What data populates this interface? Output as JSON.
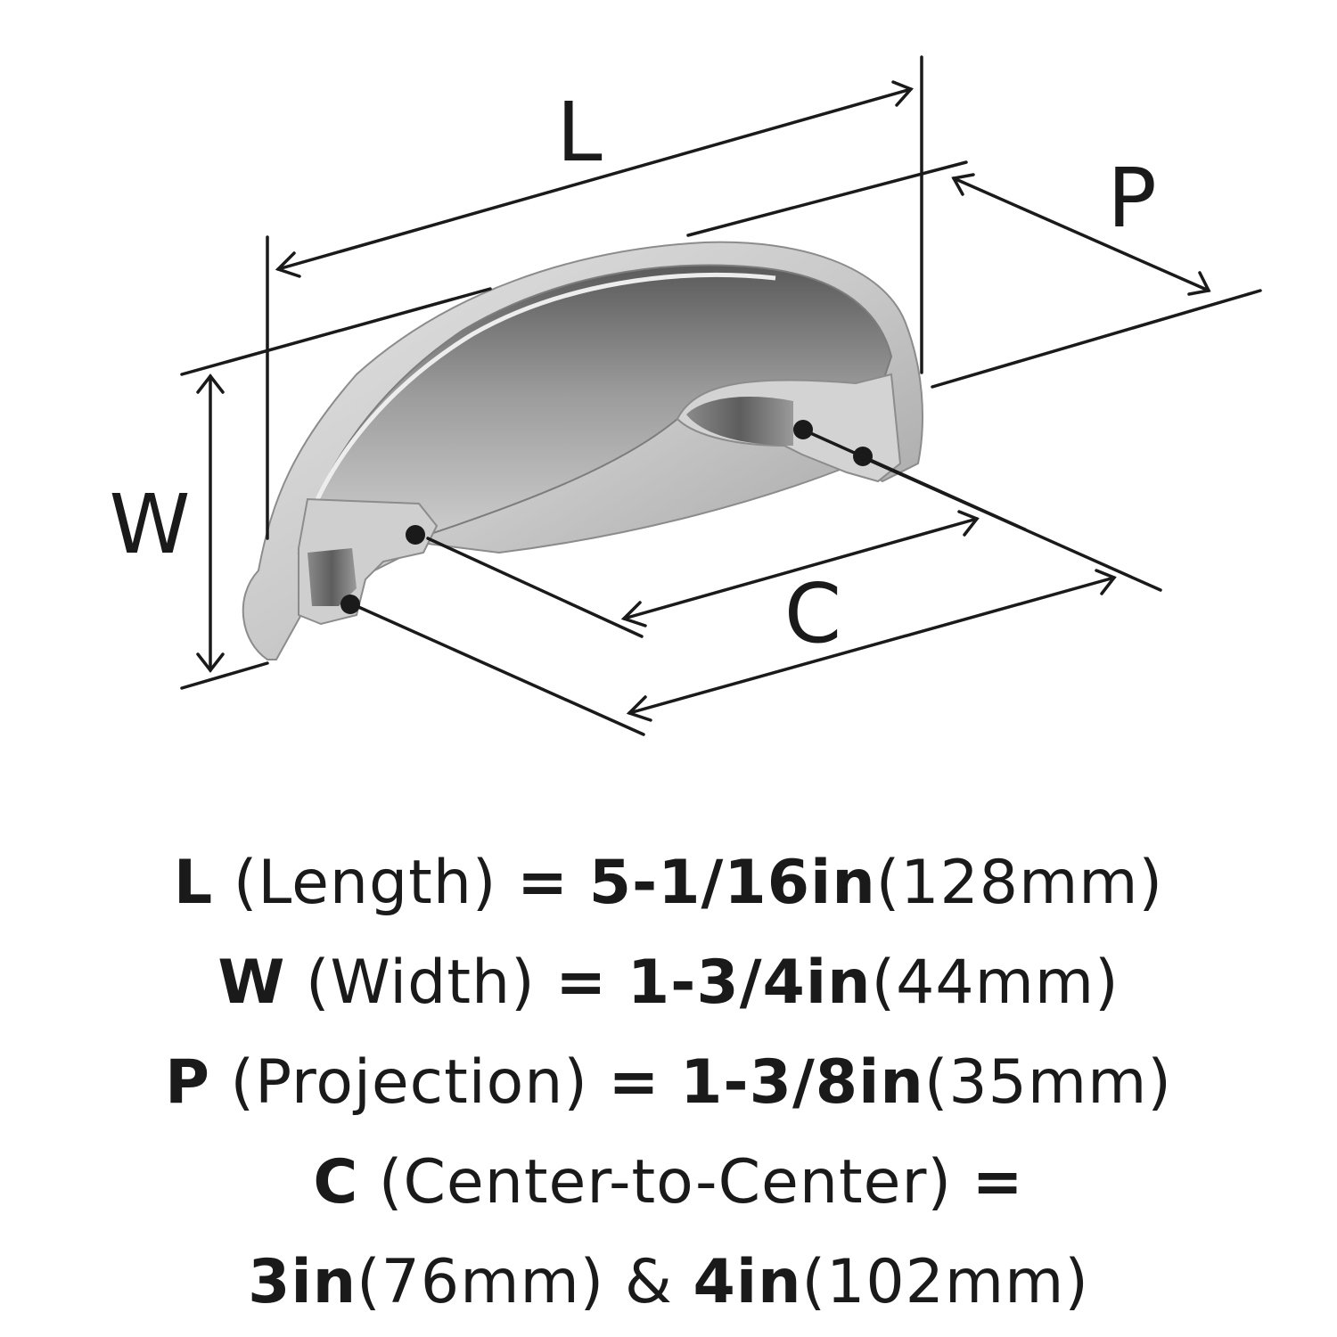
{
  "diagram": {
    "labels": {
      "length": "L",
      "width": "W",
      "projection": "P",
      "center": "C"
    },
    "colors": {
      "line": "#1a1a1a",
      "metal_light": "#d7d7d7",
      "metal_mid": "#b3b3b3",
      "metal_dark": "#6e6e6e",
      "hole": "#1a1a1a"
    }
  },
  "specs": [
    {
      "letter": "L",
      "desc": "(Length)",
      "eq": "=",
      "imperial": "5-1/16in",
      "metric": "(128mm)"
    },
    {
      "letter": "W",
      "desc": "(Width)",
      "eq": "=",
      "imperial": "1-3/4in",
      "metric": "(44mm)"
    },
    {
      "letter": "P",
      "desc": "(Projection)",
      "eq": "=",
      "imperial": "1-3/8in",
      "metric": "(35mm)"
    },
    {
      "letter": "C",
      "desc": "(Center-to-Center)",
      "eq": "="
    }
  ],
  "center_values": {
    "imperial_1": "3in",
    "metric_1": "(76mm)",
    "amp": "&",
    "imperial_2": "4in",
    "metric_2": "(102mm)"
  }
}
